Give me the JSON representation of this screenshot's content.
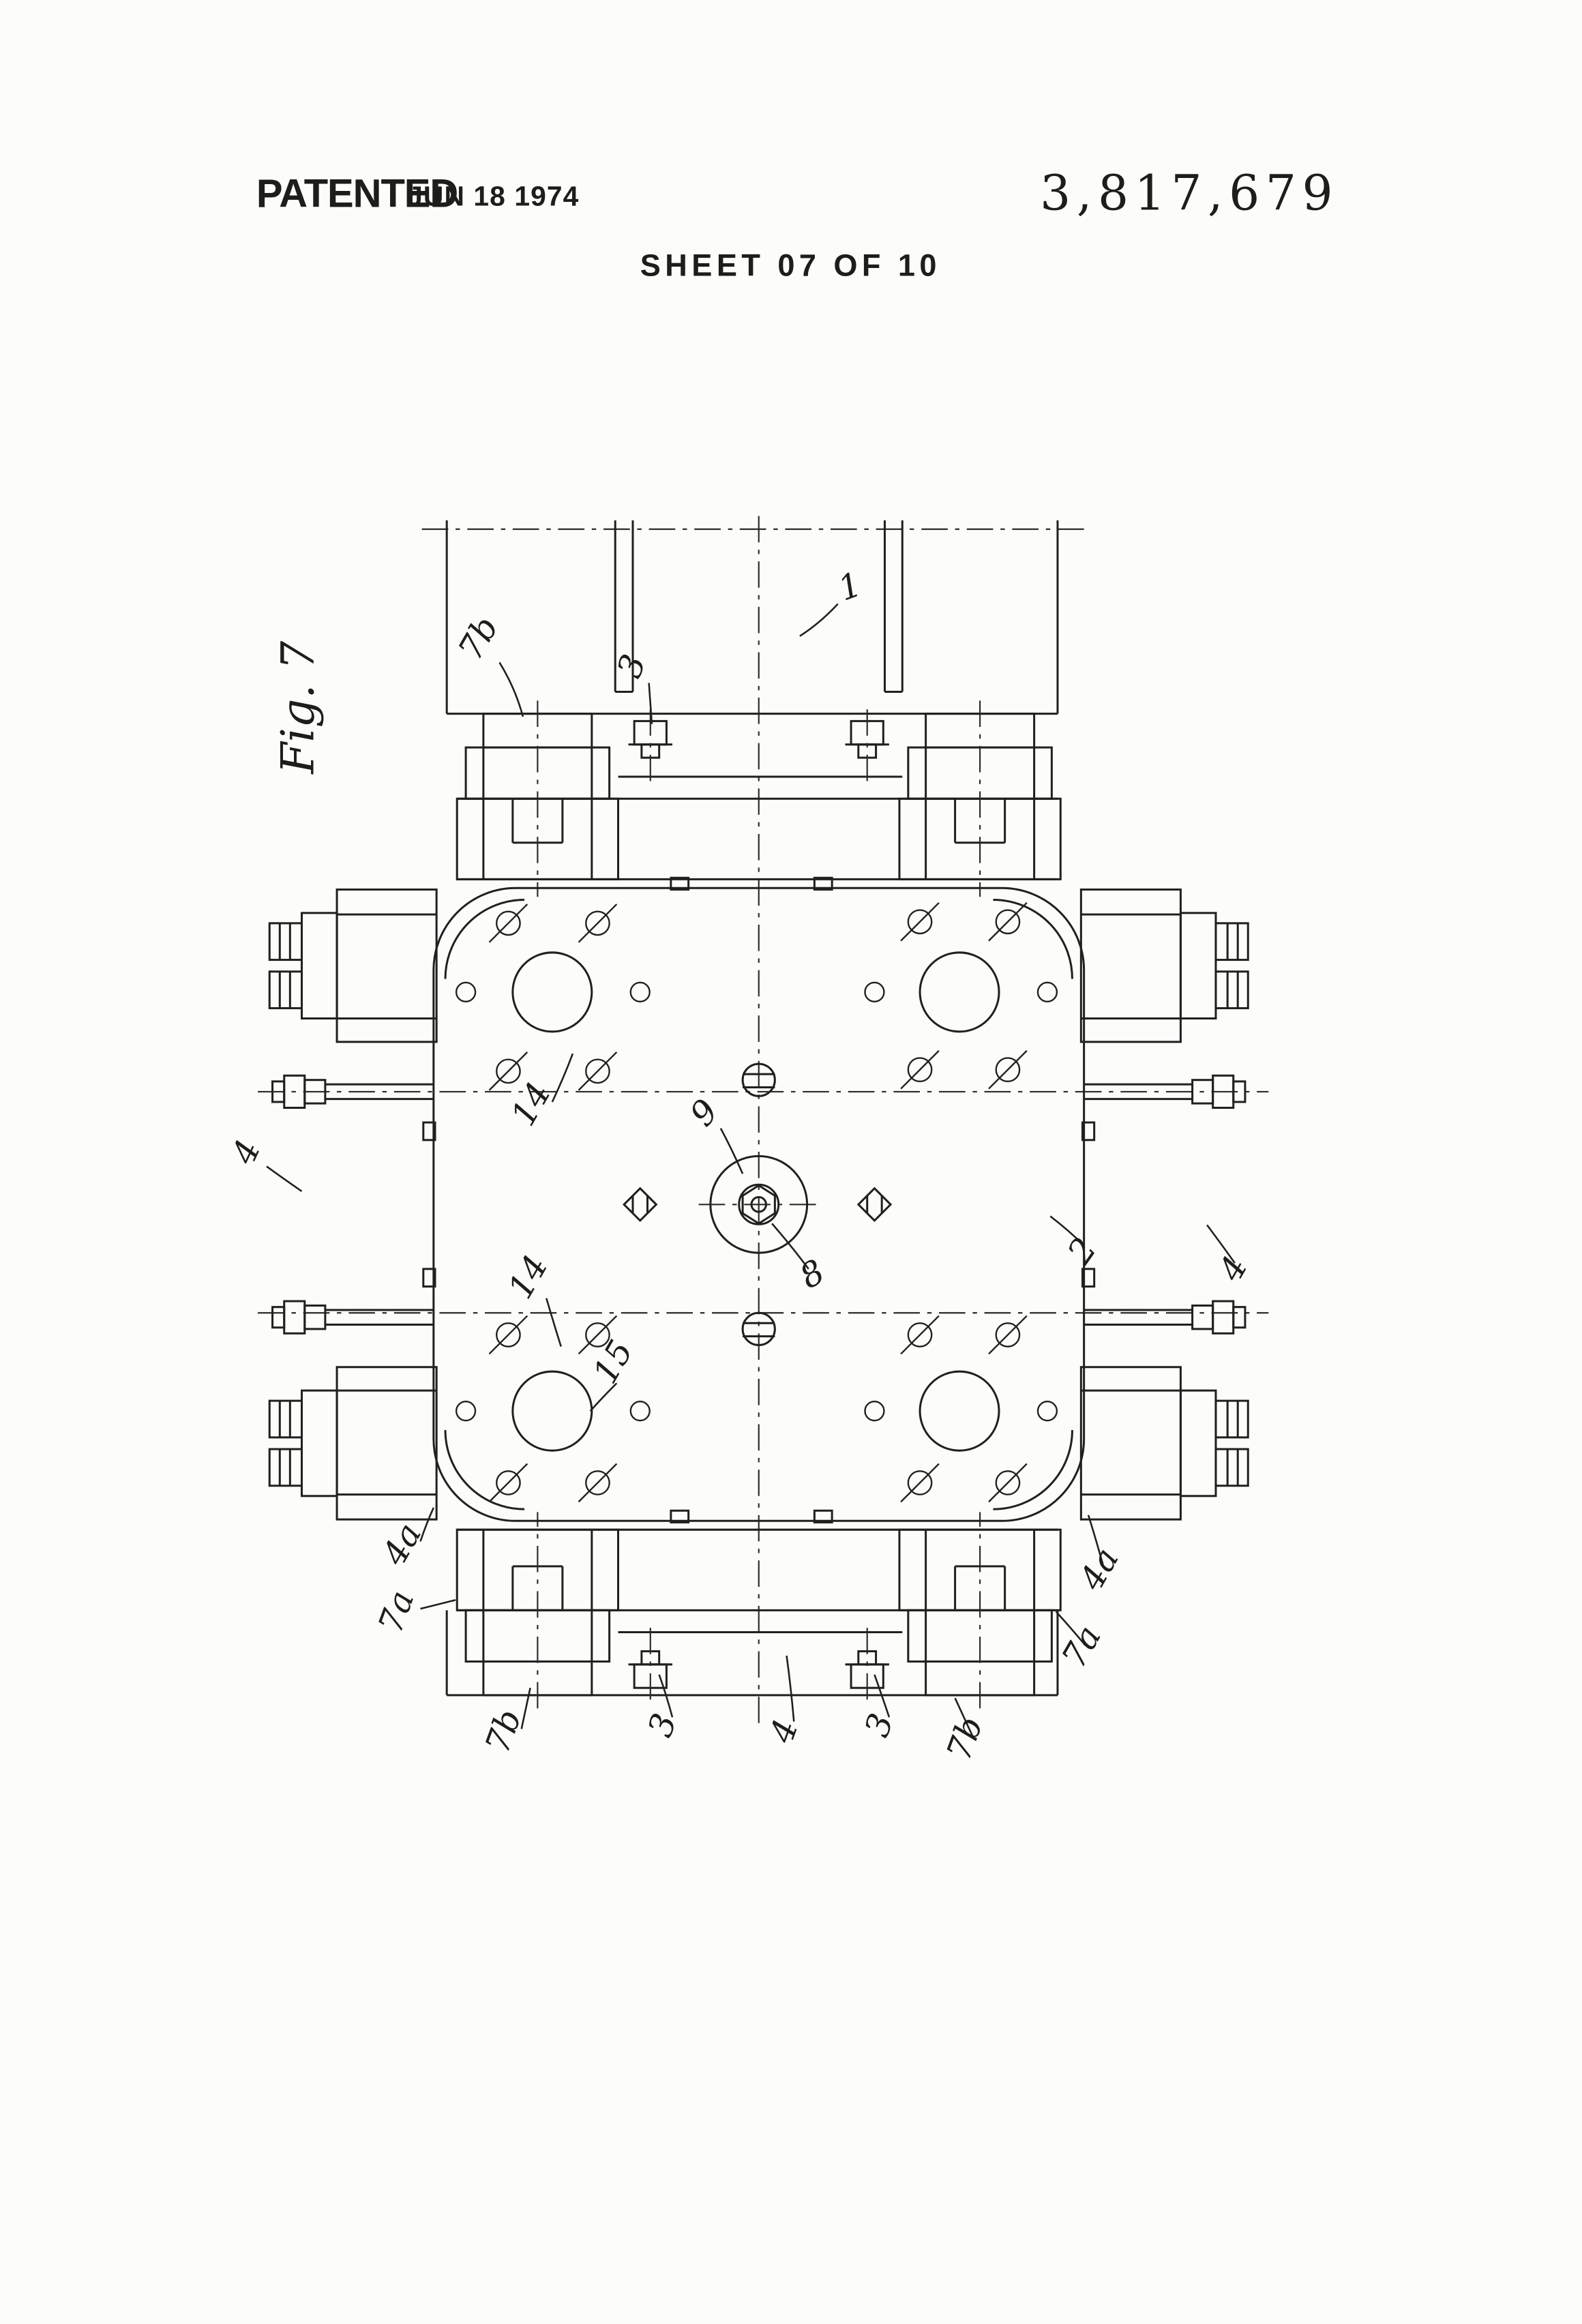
{
  "page": {
    "paper_color": "#fcfcfb",
    "ink_color": "#20201e"
  },
  "header": {
    "patented_label": "PATENTED",
    "patented_date": "JUN 18 1974",
    "patent_number": "3,817,679",
    "sheet_label": "SHEET 07 OF 10"
  },
  "figure": {
    "caption": "Fig. 7",
    "reference_labels": {
      "n1": "1",
      "n7b_top": "7b",
      "n3_top": "3",
      "n14_up": "14",
      "n9": "9",
      "n8": "8",
      "n2": "2",
      "n4_left": "4",
      "n4_right": "4",
      "n14_low": "14",
      "n15": "15",
      "n4a_left": "4a",
      "n4a_right": "4a",
      "n7a_left": "7a",
      "n7a_right": "7a",
      "n7b_bl": "7b",
      "n3_bl": "3",
      "n4_bot": "4",
      "n3_br": "3",
      "n7b_br": "7b"
    }
  }
}
